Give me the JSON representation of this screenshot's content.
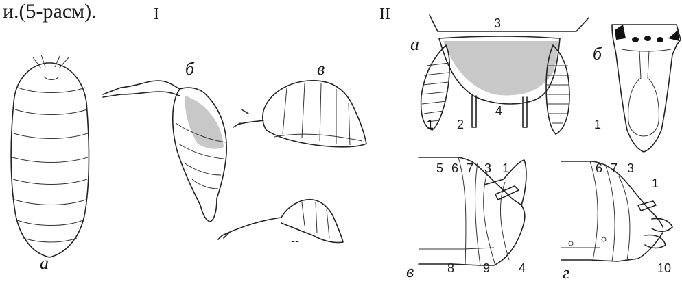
{
  "caption": "и.(5-расм).",
  "panels": {
    "left": {
      "roman": "I",
      "letters": {
        "a": "а",
        "b": "б",
        "v": "в"
      },
      "mark": "--"
    },
    "right": {
      "roman": "II",
      "letters": {
        "a": "а",
        "b": "б",
        "v": "в",
        "g": "г"
      },
      "numbers": {
        "a": [
          "3",
          "1",
          "2",
          "4"
        ],
        "b": [
          "1"
        ],
        "v": [
          "5",
          "6",
          "7",
          "3",
          "1",
          "8",
          "9",
          "4"
        ],
        "g": [
          "6",
          "7",
          "3",
          "1",
          "10"
        ]
      }
    }
  }
}
